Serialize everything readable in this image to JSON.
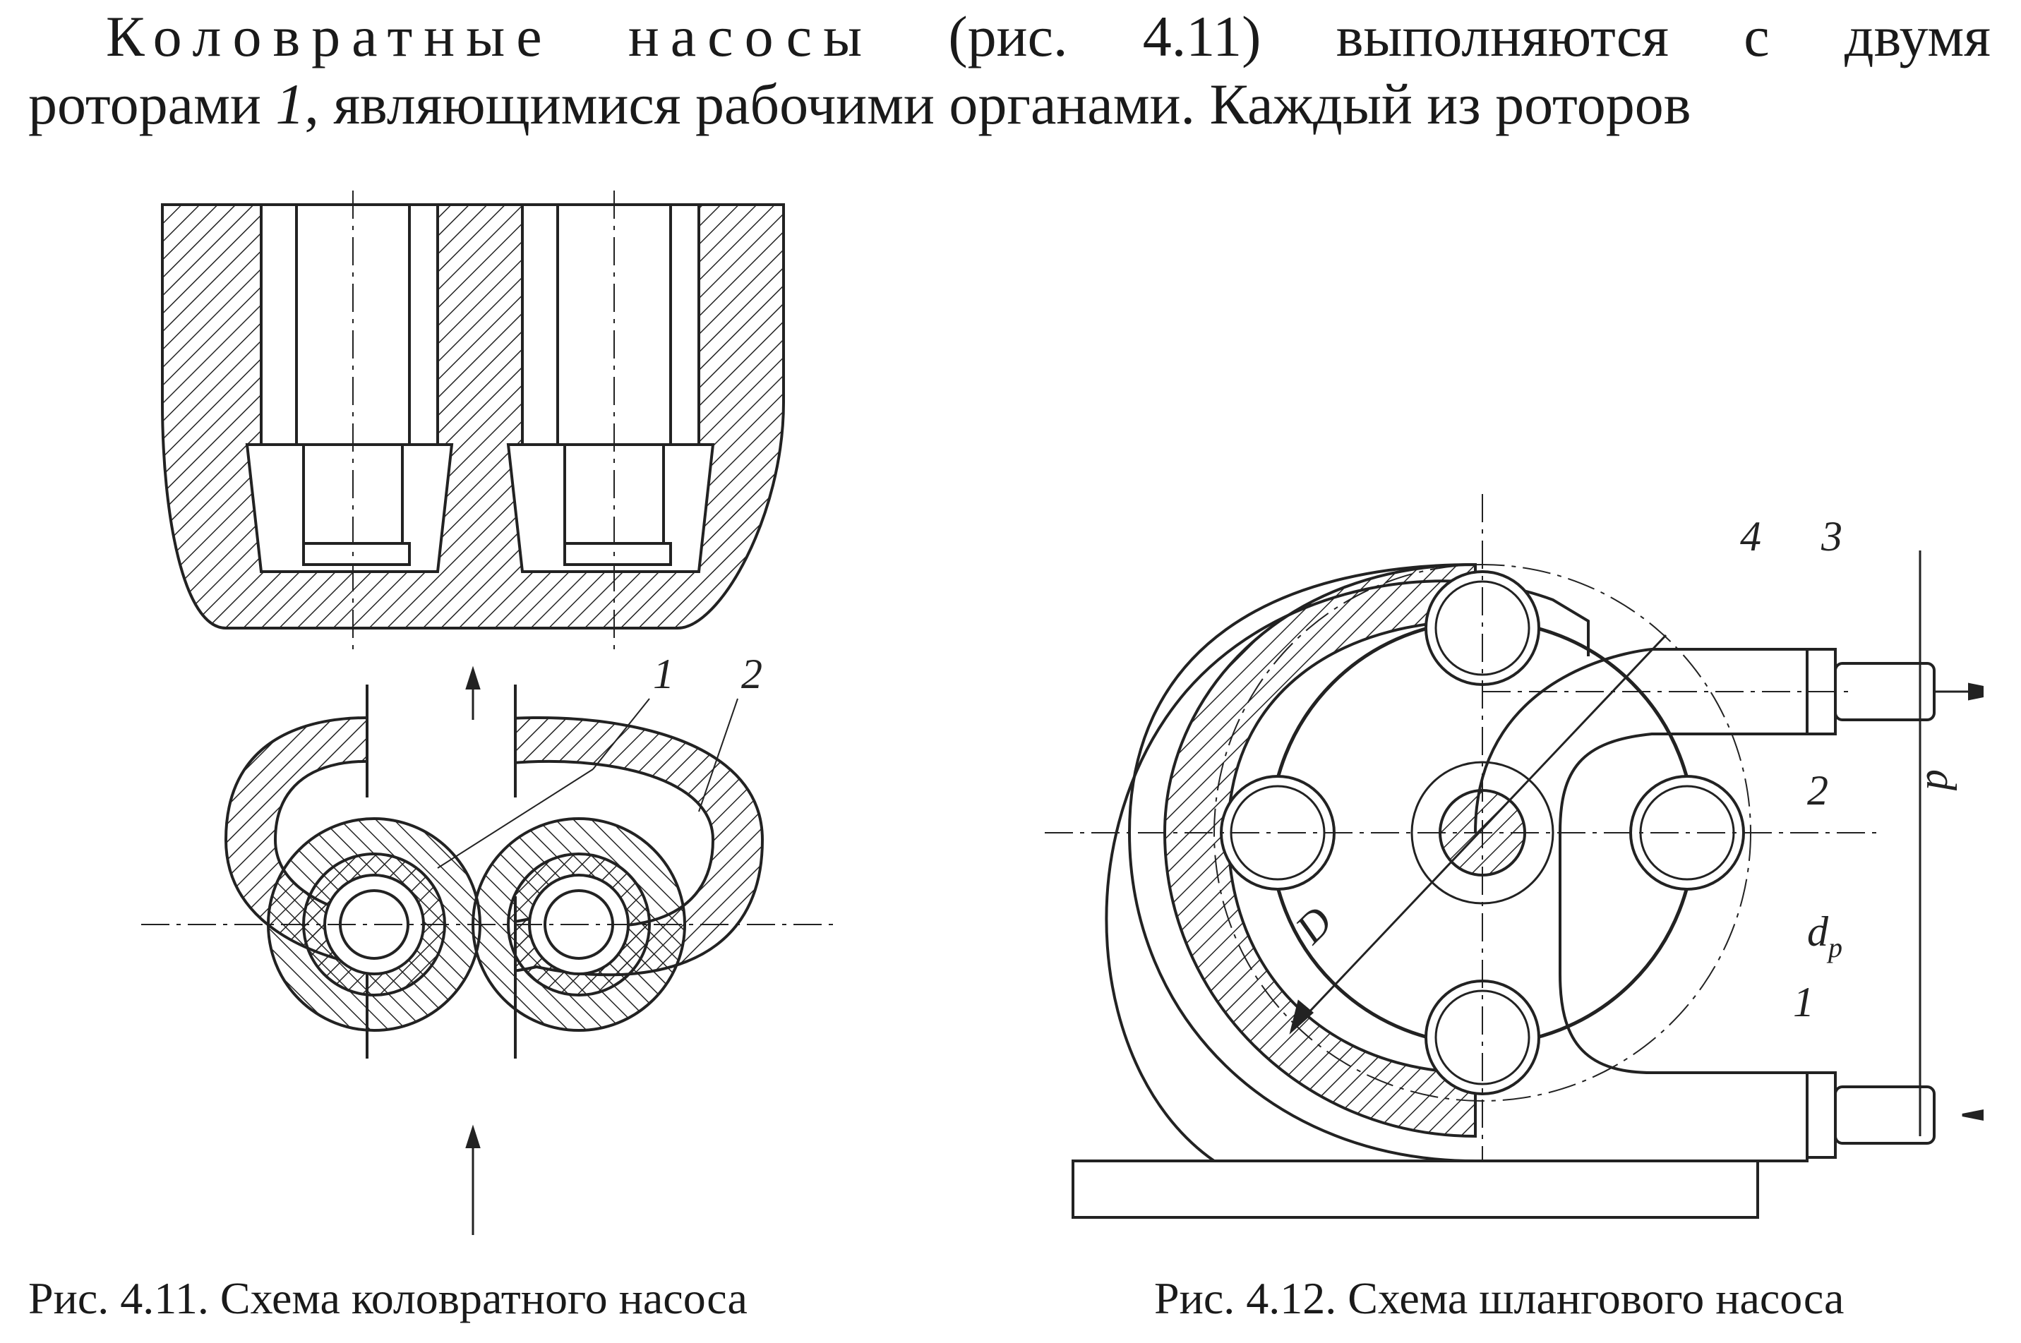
{
  "paragraph": {
    "line1": {
      "spaced_word_1": "Коловратные",
      "spaced_word_2": "насосы",
      "rest": "(рис. 4.11) выполняются с двумя"
    },
    "line2": {
      "part_a": "роторами",
      "part_num": "1",
      "part_b": ", являющимися рабочими органами. Каждый из роторов"
    }
  },
  "figure_4_11": {
    "caption": "Рис. 4.11. Схема коловратного насоса",
    "labels": {
      "rotor": "1",
      "housing": "2"
    }
  },
  "figure_4_12": {
    "caption": "Рис. 4.12. Схема шлангового насоса",
    "labels": {
      "hose": "4",
      "nozzle": "3",
      "roller": "2",
      "rotor": "1",
      "outer_diameter": "D",
      "hose_diameter": "d",
      "roller_diameter_d": "d",
      "roller_diameter_sub": "p"
    }
  }
}
